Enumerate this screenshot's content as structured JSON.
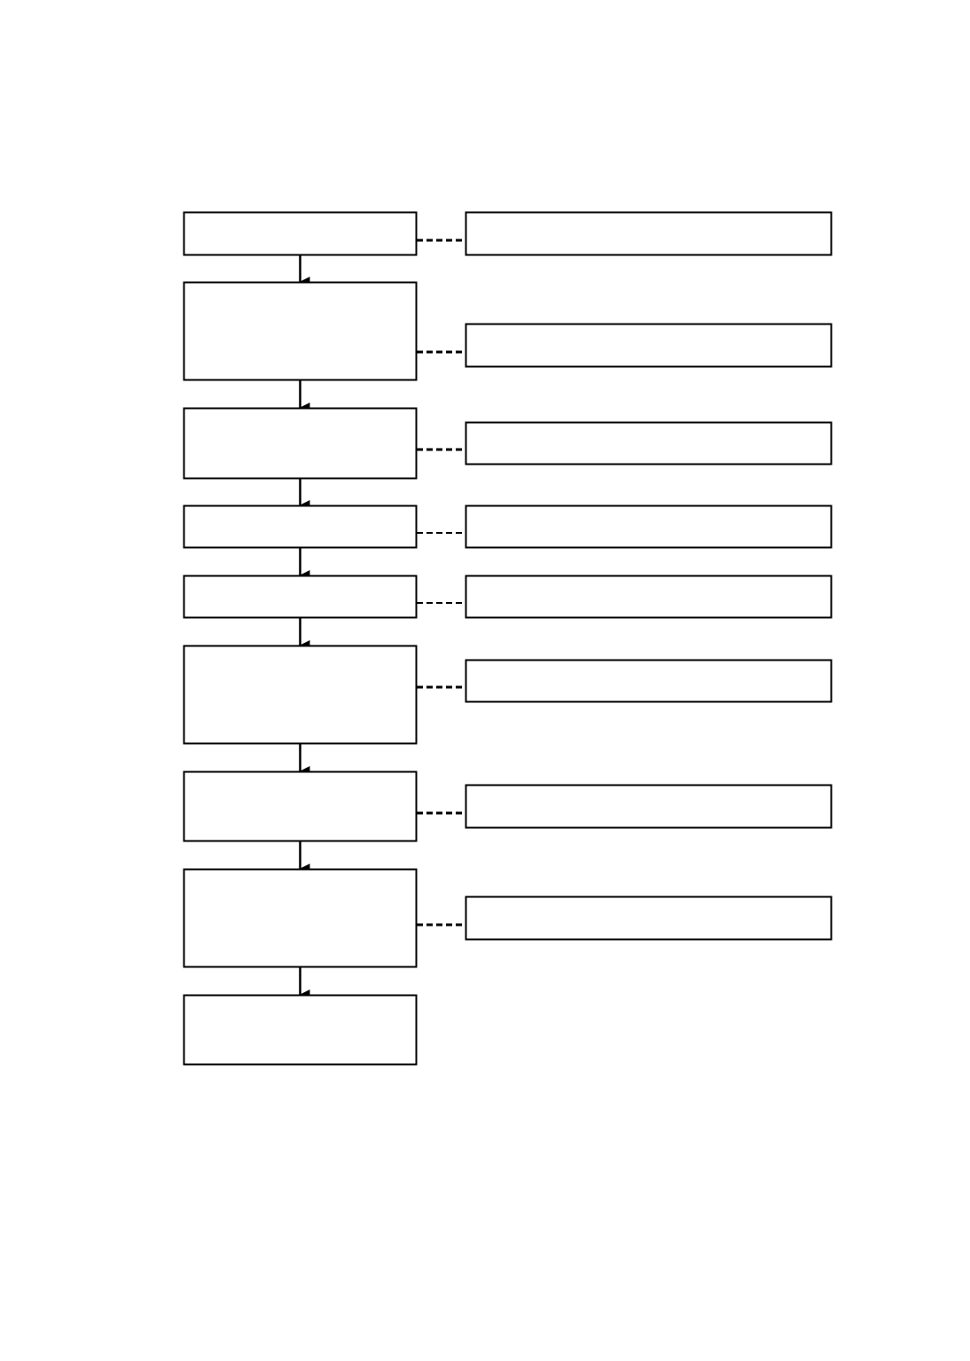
{
  "diagram": {
    "type": "flowchart",
    "stroke_color": "#000000",
    "background_color": "#ffffff",
    "left_steps": [
      {
        "id": "step-1",
        "label": ""
      },
      {
        "id": "step-2",
        "label": ""
      },
      {
        "id": "step-3",
        "label": ""
      },
      {
        "id": "step-4",
        "label": ""
      },
      {
        "id": "step-5",
        "label": ""
      },
      {
        "id": "step-6",
        "label": ""
      },
      {
        "id": "step-7",
        "label": ""
      },
      {
        "id": "step-8",
        "label": ""
      },
      {
        "id": "step-9",
        "label": ""
      }
    ],
    "right_notes": [
      {
        "id": "note-1",
        "label": "",
        "attached_to": "step-1"
      },
      {
        "id": "note-2",
        "label": "",
        "attached_to": "step-2"
      },
      {
        "id": "note-3",
        "label": "",
        "attached_to": "step-3"
      },
      {
        "id": "note-4",
        "label": "",
        "attached_to": "step-4"
      },
      {
        "id": "note-5",
        "label": "",
        "attached_to": "step-5"
      },
      {
        "id": "note-6",
        "label": "",
        "attached_to": "step-6"
      },
      {
        "id": "note-7",
        "label": "",
        "attached_to": "step-7"
      },
      {
        "id": "note-8",
        "label": "",
        "attached_to": "step-8"
      }
    ],
    "flow_edges": [
      {
        "from": "step-1",
        "to": "step-2"
      },
      {
        "from": "step-2",
        "to": "step-3"
      },
      {
        "from": "step-3",
        "to": "step-4"
      },
      {
        "from": "step-4",
        "to": "step-5"
      },
      {
        "from": "step-5",
        "to": "step-6"
      },
      {
        "from": "step-6",
        "to": "step-7"
      },
      {
        "from": "step-7",
        "to": "step-8"
      },
      {
        "from": "step-8",
        "to": "step-9"
      }
    ]
  }
}
